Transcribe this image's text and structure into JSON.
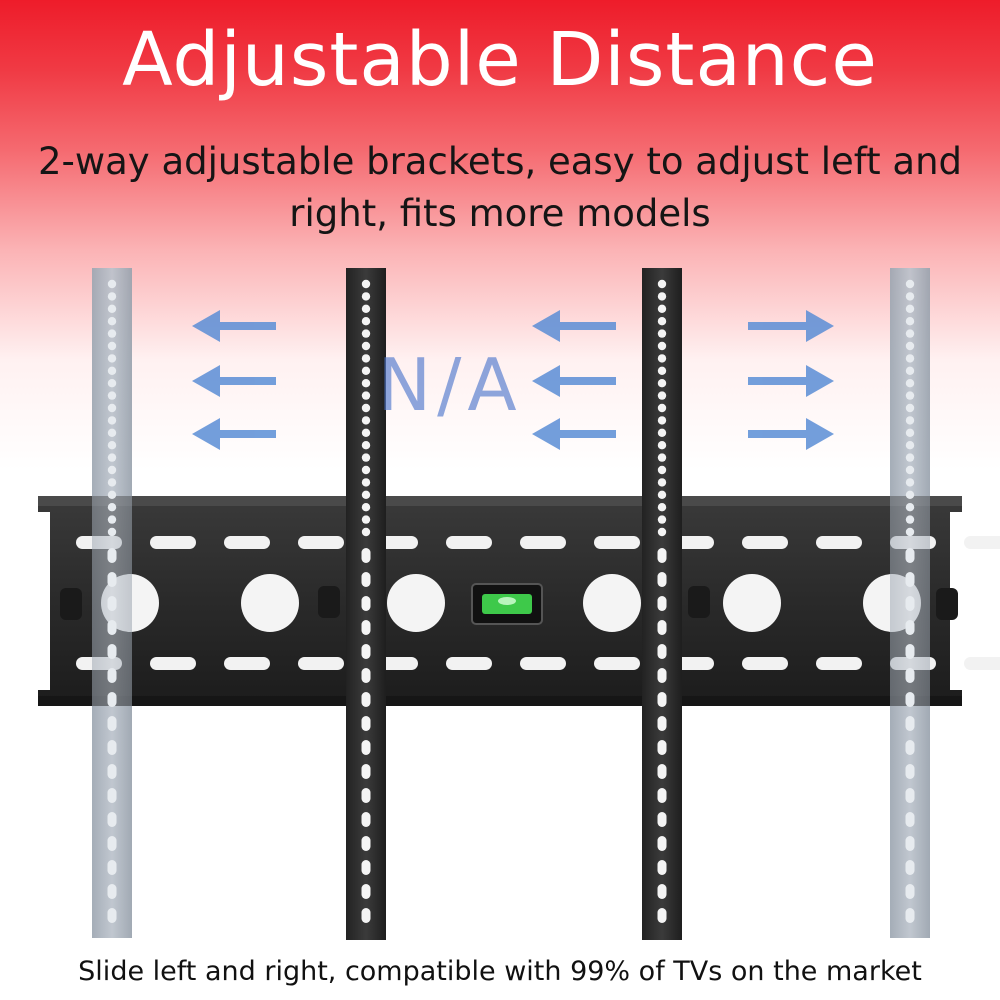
{
  "header": {
    "title": "Adjustable Distance",
    "subtitle": "2-way adjustable brackets, easy to adjust left and right, fits more models"
  },
  "watermark": {
    "text": "N/A"
  },
  "footer": {
    "caption": "Slide left and right, compatible with 99% of TVs on the market"
  },
  "colors": {
    "banner_red": "#ee1c2a",
    "arrow_blue": "#5b8ed6",
    "plate_black": "#2a2a2a",
    "ghost_arm_gray": "#a9b1bb",
    "level_green": "#3ec94a"
  },
  "icons": {
    "arrows": [
      "arrow-left-icon",
      "arrow-left-icon",
      "arrow-right-icon"
    ]
  }
}
